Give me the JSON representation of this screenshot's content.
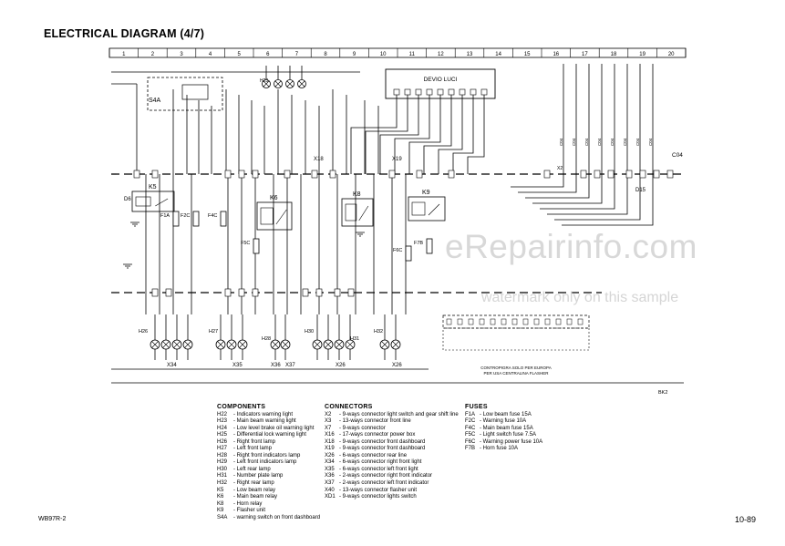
{
  "title": "ELECTRICAL DIAGRAM (4/7)",
  "columns": [
    "1",
    "2",
    "3",
    "4",
    "5",
    "6",
    "7",
    "8",
    "9",
    "10",
    "11",
    "12",
    "13",
    "14",
    "15",
    "16",
    "17",
    "18",
    "19",
    "20"
  ],
  "diagram_labels": {
    "devio_luci": "DEVIO LUCI",
    "s4a": "S4A",
    "c04": "C04",
    "k5_top": "K5",
    "k5": "K5",
    "k8": "K8",
    "k9": "K9",
    "k6": "K6",
    "d6": "D6",
    "d15": "D15",
    "fuse_labels": [
      "F1A",
      "F2C",
      "F4C",
      "F5C",
      "F6C",
      "F7B"
    ],
    "lamp_codes": [
      "H22",
      "H23",
      "H24",
      "H26",
      "H27",
      "H28",
      "H29",
      "H30",
      "H31",
      "H32",
      "H25"
    ],
    "connector_codes": [
      "X2",
      "X3",
      "X7",
      "X16",
      "X18",
      "X19",
      "X26",
      "X34",
      "X35",
      "X36",
      "X37",
      "X40",
      "XD1"
    ],
    "note_line1": "CONTROPIGRA SOLO PER EUROPA",
    "note_line2": "PER USA CENTRALINA FLASHER",
    "ground_code": "BK2"
  },
  "legend": {
    "components": {
      "heading": "COMPONENTS",
      "items": [
        {
          "code": "H22",
          "desc": "- Indicators warning light"
        },
        {
          "code": "H23",
          "desc": "- Main beam warning light"
        },
        {
          "code": "H24",
          "desc": "- Low level brake oil warning light"
        },
        {
          "code": "H25",
          "desc": "- Differential lock warning light"
        },
        {
          "code": "H26",
          "desc": "- Right front lamp"
        },
        {
          "code": "H27",
          "desc": "- Left front lamp"
        },
        {
          "code": "H28",
          "desc": "- Right front indicators lamp"
        },
        {
          "code": "H29",
          "desc": "- Left front indicators lamp"
        },
        {
          "code": "H30",
          "desc": "- Left rear lamp"
        },
        {
          "code": "H31",
          "desc": "- Number plate lamp"
        },
        {
          "code": "H32",
          "desc": "- Right rear lamp"
        },
        {
          "code": "K5",
          "desc": "- Low beam relay"
        },
        {
          "code": "K6",
          "desc": "- Main beam relay"
        },
        {
          "code": "K8",
          "desc": "- Horn relay"
        },
        {
          "code": "K9",
          "desc": "- Flasher unit"
        },
        {
          "code": "S4A",
          "desc": "- warning switch on front dashboard"
        }
      ]
    },
    "connectors": {
      "heading": "CONNECTORS",
      "items": [
        {
          "code": "X2",
          "desc": "- 9-ways connector light switch and gear shift line"
        },
        {
          "code": "X3",
          "desc": "- 13-ways connector front line"
        },
        {
          "code": "X7",
          "desc": "- 9-ways connector"
        },
        {
          "code": "X16",
          "desc": "- 17-ways connector power box"
        },
        {
          "code": "X18",
          "desc": "- 9-ways connector front dashboard"
        },
        {
          "code": "X19",
          "desc": "- 9-ways connector front dashboard"
        },
        {
          "code": "X26",
          "desc": "- 6-ways connector rear line"
        },
        {
          "code": "X34",
          "desc": "- 6-ways connector right front light"
        },
        {
          "code": "X35",
          "desc": "- 6-ways connector left front light"
        },
        {
          "code": "X36",
          "desc": "- 2-ways connector right front indicator"
        },
        {
          "code": "X37",
          "desc": "- 2-ways connector left front indicator"
        },
        {
          "code": "X40",
          "desc": "- 13-ways connector flasher unit"
        },
        {
          "code": "XD1",
          "desc": "- 9-ways connector lights switch"
        }
      ]
    },
    "fuses": {
      "heading": "FUSES",
      "items": [
        {
          "code": "F1A",
          "desc": "- Low beam fuse 15A"
        },
        {
          "code": "F2C",
          "desc": "- Warning fuse 10A"
        },
        {
          "code": "F4C",
          "desc": "- Main beam fuse 15A"
        },
        {
          "code": "F5C",
          "desc": "- Light switch fuse 7.5A"
        },
        {
          "code": "F6C",
          "desc": "- Warning power fuse 10A"
        },
        {
          "code": "F7B",
          "desc": "- Horn fuse 10A"
        }
      ]
    }
  },
  "footer": {
    "doc_code": "WB97R-2",
    "page": "10-89"
  },
  "watermark": {
    "site": "eRepairinfo.com",
    "note": "watermark only on this sample"
  }
}
